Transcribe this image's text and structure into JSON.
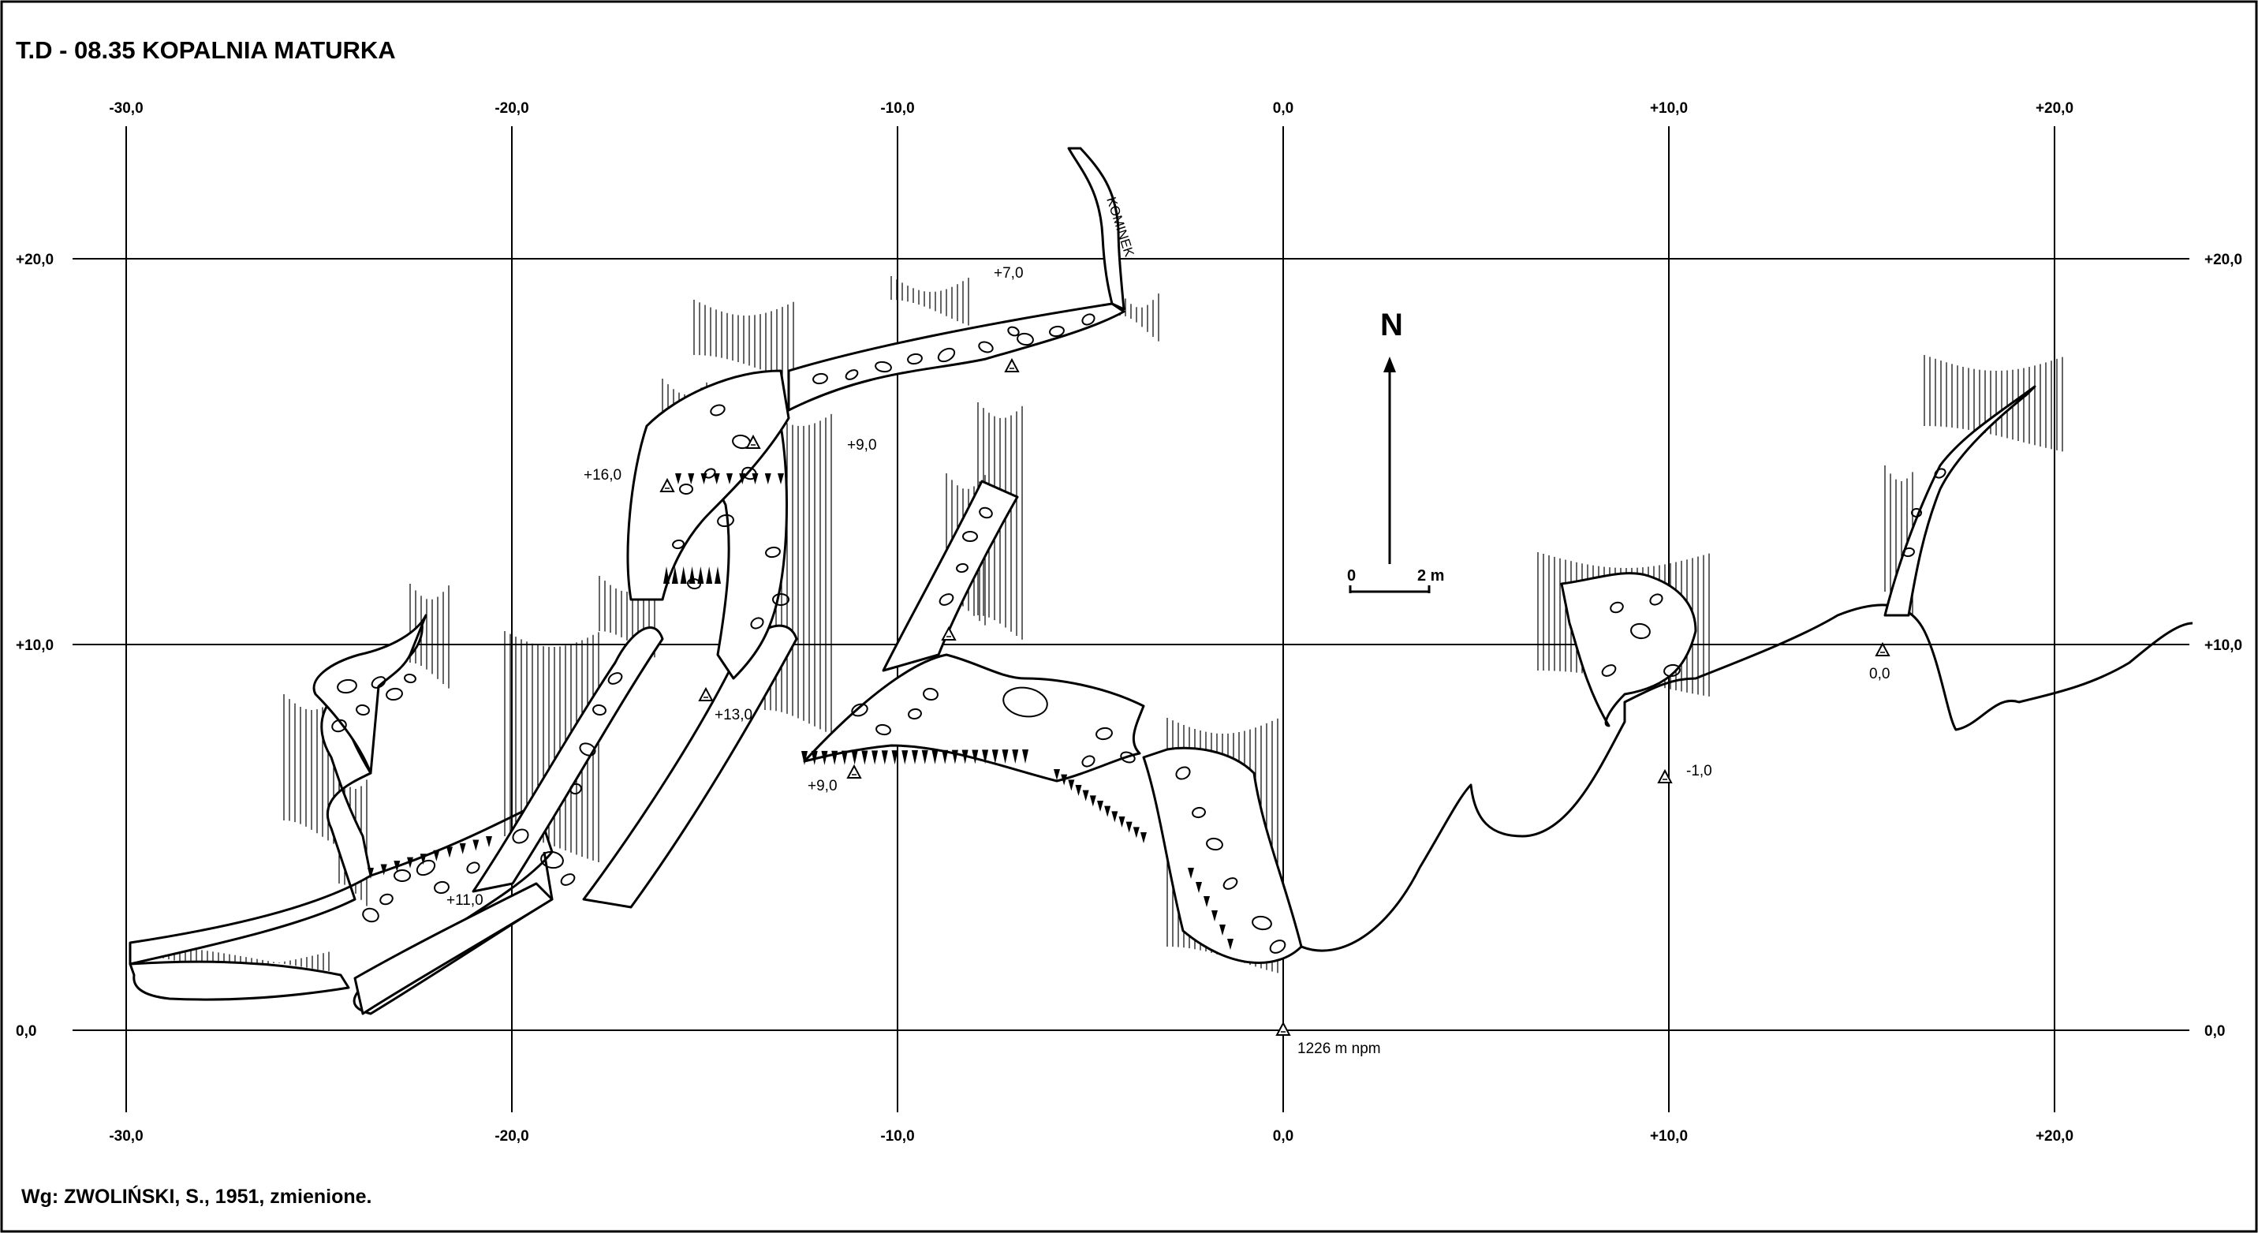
{
  "title": "T.D - 08.35  KOPALNIA MATURKA",
  "source_note": "Wg: ZWOLIŃSKI, S., 1951, zmienione.",
  "grid": {
    "x_values": [
      -30,
      -20,
      -10,
      0,
      10,
      20
    ],
    "y_values": [
      0,
      10,
      20
    ],
    "x_labels": [
      "-30,0",
      "-20,0",
      "-10,0",
      "0,0",
      "+10,0",
      "+20,0"
    ],
    "y_labels": [
      "0,0",
      "+10,0",
      "+20,0"
    ]
  },
  "north_label": "N",
  "scale_bar": {
    "start_label": "0",
    "end_label": "2 m"
  },
  "annotations": {
    "kominek": "KOMINEK",
    "elev_7": "+7,0",
    "elev_9_upper": "+9,0",
    "elev_16": "+16,0",
    "elev_13": "+13,0",
    "elev_9_lower": "+9,0",
    "elev_11": "+11,0",
    "elev_0_east": "0,0",
    "elev_minus1": "-1,0",
    "entrance_elevation": "1226 m npm"
  },
  "colors": {
    "ink": "#000000",
    "paper": "#ffffff"
  }
}
